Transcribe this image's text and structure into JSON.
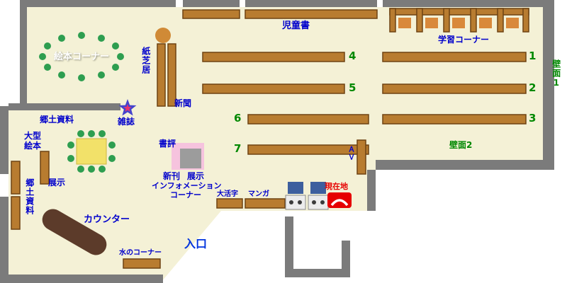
{
  "labels": {
    "children_books": "児童書",
    "study_corner": "学習コーナー",
    "picture_book_corner": "絵本コーナー",
    "kamishibai": "紙芝居",
    "newspaper": "新聞",
    "local_materials": "郷土資料",
    "magazines": "雑誌",
    "large_picture_books_1": "大型",
    "large_picture_books_2": "絵本",
    "exhibit": "展示",
    "local_materials_vertical": "郷土資料",
    "book_review": "書評",
    "new_arrivals": "新刊",
    "new_arrivals_display": "展示",
    "information_1": "インフォメーション",
    "information_2": "コーナー",
    "counter": "カウンター",
    "water_corner": "水のコーナー",
    "entrance": "入口",
    "large_print": "大活字",
    "manga": "マンガ",
    "current_location": "現在地",
    "av": "ＡＶ",
    "wall_1": "壁面1",
    "wall_2": "壁面2"
  },
  "shelf_numbers": {
    "n1": "1",
    "n2": "2",
    "n3": "3",
    "n4": "4",
    "n5": "5",
    "n6": "6",
    "n7": "7"
  },
  "colors": {
    "floor": "#f4f1d6",
    "wall": "#7b7b7b",
    "bookshelf": "#b87c30",
    "bookshelf_border": "#6e4312",
    "label_blue": "#0000cc",
    "number_green": "#008800",
    "alert_red": "#e60000",
    "table_yellow": "#f2e169",
    "dot_green": "#2e9e50",
    "counter_brown": "#5c3b2a",
    "display_pink": "#f6c3de"
  }
}
